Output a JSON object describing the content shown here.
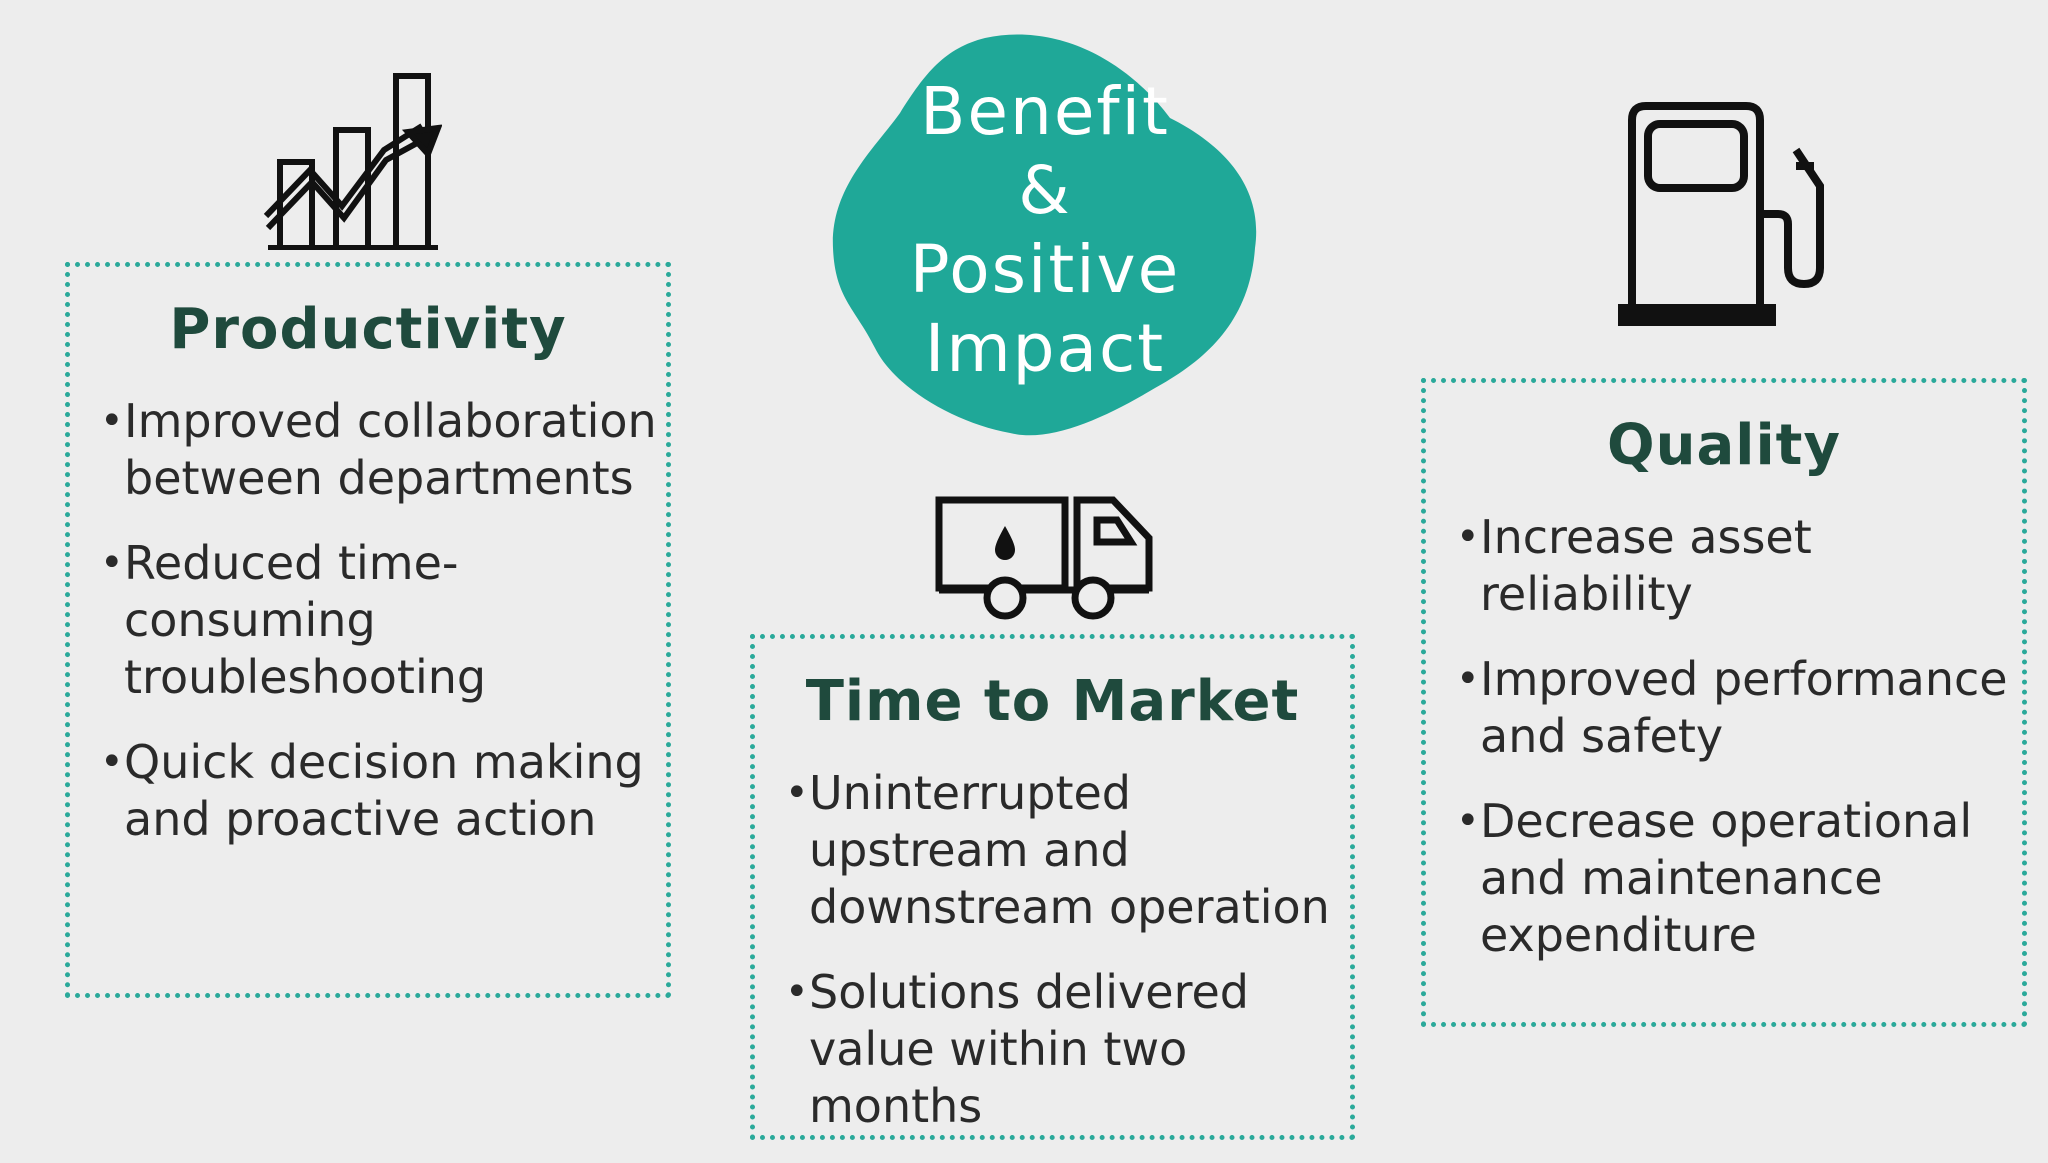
{
  "center": {
    "lines": [
      "Benefit",
      "&",
      "Positive",
      "Impact"
    ],
    "color": "#1fa898"
  },
  "accent_color": "#2aa99a",
  "title_color": "#1f4a3d",
  "productivity": {
    "icon": "chart-growth-icon",
    "title": "Productivity",
    "bullets": [
      "Improved collaboration between departments",
      "Reduced time-consuming troubleshooting",
      "Quick decision making and proactive action"
    ]
  },
  "time_to_market": {
    "icon": "tanker-truck-icon",
    "title": "Time to Market",
    "bullets": [
      "Uninterrupted upstream and downstream operation",
      "Solutions delivered value within two months"
    ]
  },
  "quality": {
    "icon": "fuel-pump-icon",
    "title": "Quality",
    "bullets": [
      "Increase asset reliability",
      "Improved performance and safety",
      "Decrease operational and maintenance expenditure"
    ]
  }
}
